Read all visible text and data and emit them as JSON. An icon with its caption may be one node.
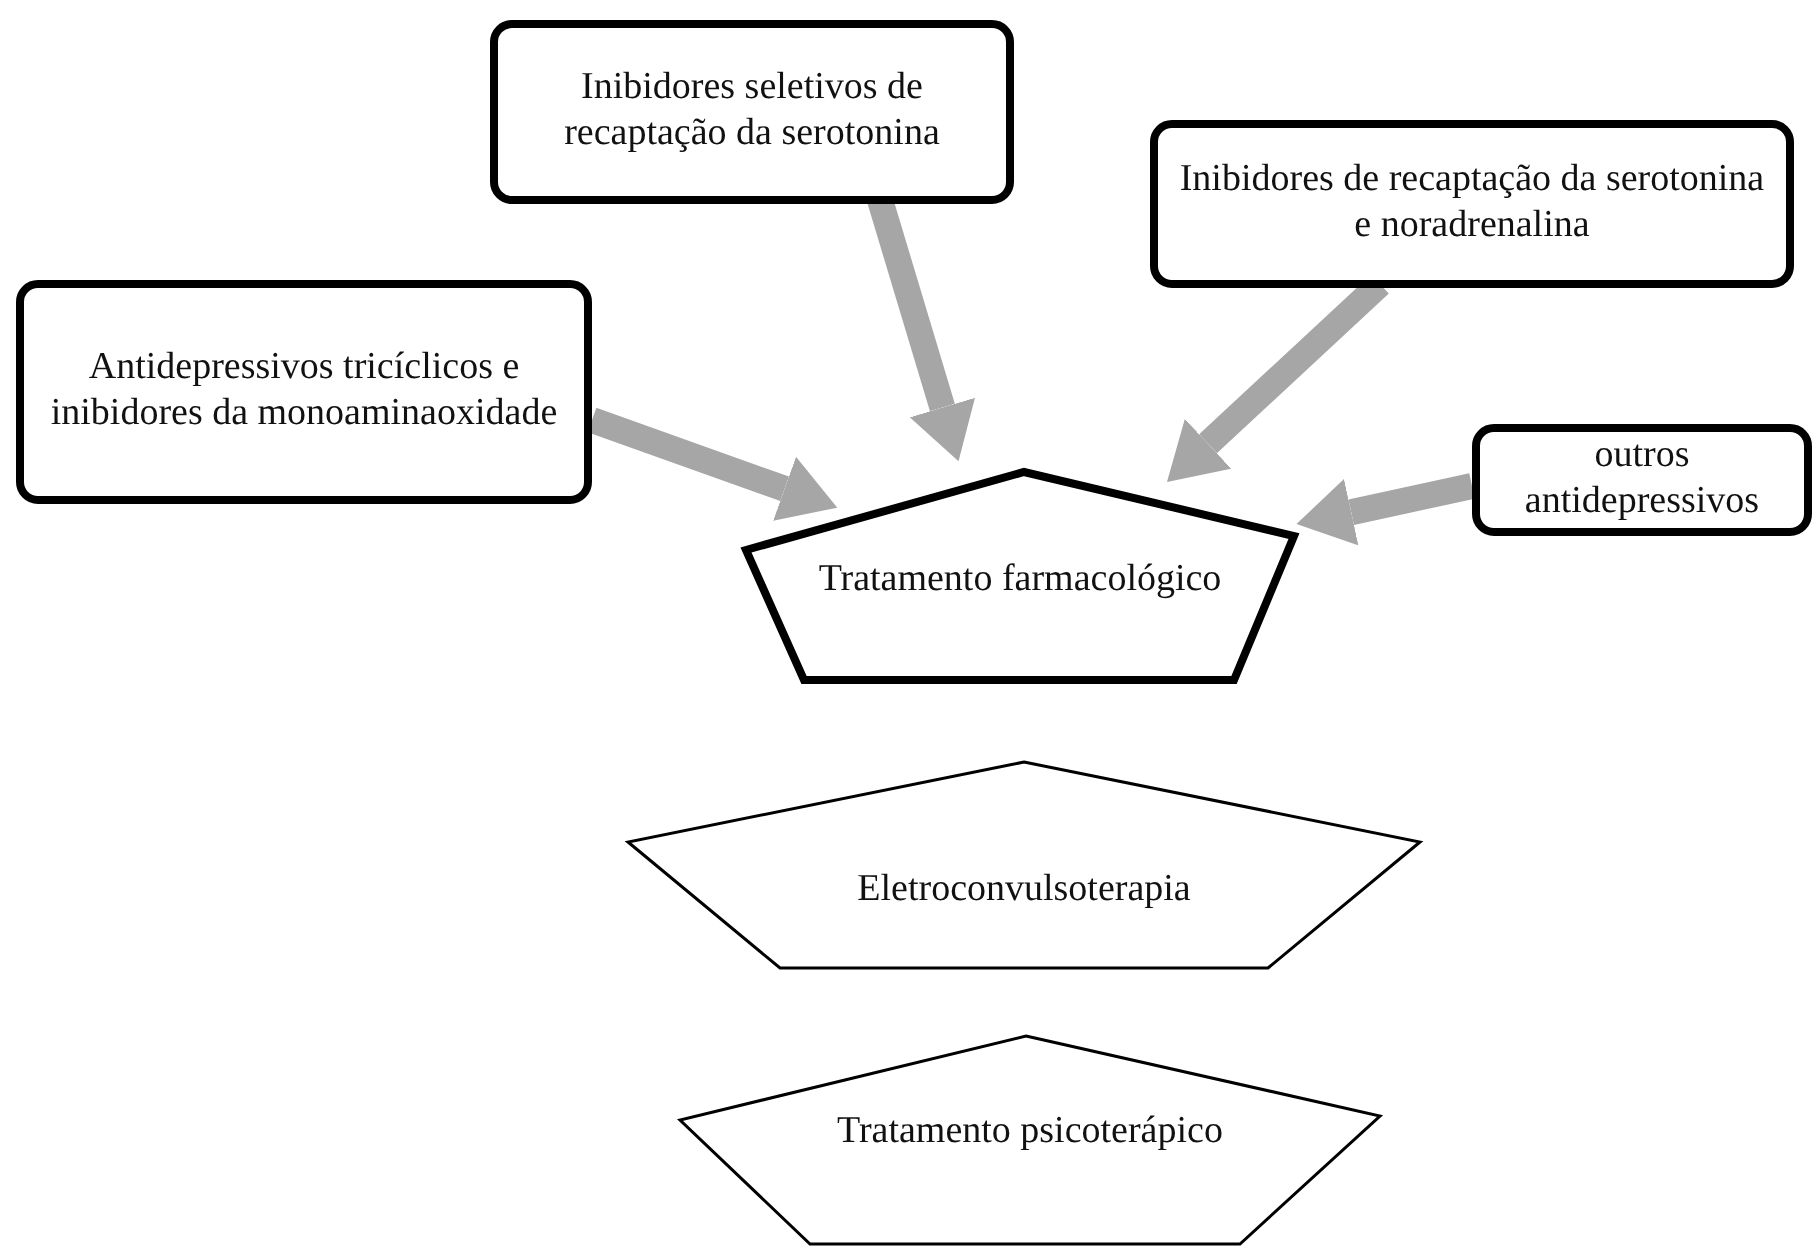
{
  "diagram": {
    "nodes": [
      {
        "text": [
          "Inibidores seletivos de recaptação da serotonina"
        ]
      },
      {
        "text": [
          "Inibidores de recaptação da serotonina e noradrenalina"
        ]
      },
      {
        "text": [
          "Antidepressivos tricíclicos e inibidores da monoaminaoxidade"
        ]
      },
      {
        "text": [
          "outros antidepressivos"
        ]
      },
      {
        "text": [
          "Tratamento farmacológico"
        ]
      },
      {
        "text": [
          "Eletroconvulsoterapia"
        ]
      },
      {
        "text": [
          "Tratamento psicoterápico"
        ]
      }
    ],
    "edges": [
      {
        "from": 0,
        "to": 4,
        "arrow": "to"
      },
      {
        "from": 1,
        "to": 4,
        "arrow": "to"
      },
      {
        "from": 2,
        "to": 4,
        "arrow": "to"
      },
      {
        "from": 3,
        "to": 4,
        "arrow": "to"
      }
    ]
  }
}
